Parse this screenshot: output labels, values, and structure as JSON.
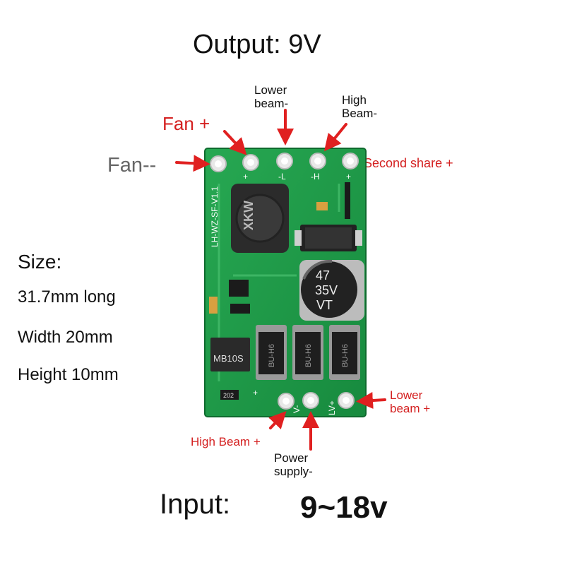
{
  "heading": {
    "output": "Output: 9V"
  },
  "pin_labels": {
    "lower_beam_minus": [
      "Lower",
      "beam-"
    ],
    "high_beam_minus": [
      "High",
      "Beam-"
    ],
    "fan_plus": "Fan +",
    "fan_minus": "Fan--",
    "second_share_plus": "Second share +",
    "high_beam_plus": "High Beam +",
    "power_supply_minus": [
      "Power",
      "supply-"
    ],
    "lower_beam_plus": [
      "Lower",
      "beam +"
    ]
  },
  "size": {
    "heading": "Size:",
    "length": "31.7mm long",
    "width": "Width 20mm",
    "height": "Height 10mm"
  },
  "input": {
    "label": "Input:",
    "value": "9~18v"
  },
  "board_text": {
    "model": "LH-WZ-SF-V1.1",
    "inductor": "XKW",
    "cap_line1": "47",
    "cap_line2": "35V",
    "cap_line3": "VT",
    "bridge": "MB10S",
    "diode_mark": "BU-H6",
    "top_pins": [
      "+",
      "-L",
      "-H",
      "+"
    ],
    "bottom_pins": [
      "+",
      "V-",
      "LV+"
    ],
    "r_label": "202"
  },
  "colors": {
    "pcb": "#1f9a4a",
    "arrow": "#e02020",
    "label_red": "#d42020"
  }
}
